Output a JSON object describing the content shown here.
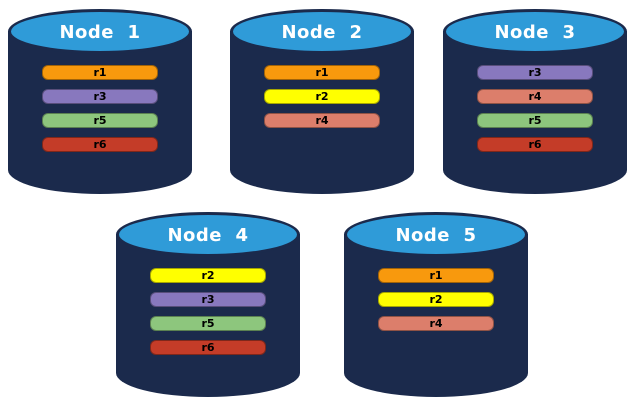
{
  "diagram": {
    "background": "#FFFFFF",
    "colors": {
      "cylinder_body": "#1B2A4C",
      "cylinder_top": "#2F9BD8",
      "title_text": "#FFFFFF",
      "replica_text": "#000000"
    },
    "replica_colors": {
      "r1": "#F8990D",
      "r2": "#FFFF00",
      "r3": "#8878BE",
      "r4": "#DC7E6B",
      "r5": "#8DC67D",
      "r6": "#C43C28"
    },
    "nodes": [
      {
        "id": "node-1",
        "title": "Node  1",
        "replicas": [
          "r1",
          "r3",
          "r5",
          "r6"
        ]
      },
      {
        "id": "node-2",
        "title": "Node  2",
        "replicas": [
          "r1",
          "r2",
          "r4"
        ]
      },
      {
        "id": "node-3",
        "title": "Node  3",
        "replicas": [
          "r3",
          "r4",
          "r5",
          "r6"
        ]
      },
      {
        "id": "node-4",
        "title": "Node  4",
        "replicas": [
          "r2",
          "r3",
          "r5",
          "r6"
        ]
      },
      {
        "id": "node-5",
        "title": "Node  5",
        "replicas": [
          "r1",
          "r2",
          "r4"
        ]
      }
    ]
  }
}
